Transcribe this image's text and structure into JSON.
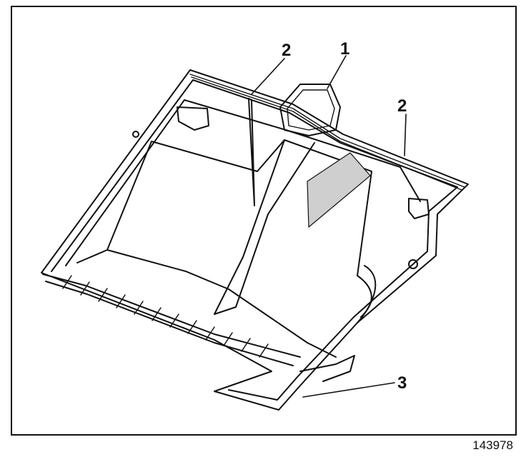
{
  "figure": {
    "number": "143978",
    "callouts": [
      {
        "label": "1"
      },
      {
        "label": "2"
      },
      {
        "label": "2"
      },
      {
        "label": "3"
      }
    ]
  },
  "colors": {
    "ink": "#111111",
    "paper": "#ffffff",
    "shade": "#cfcfcf"
  }
}
